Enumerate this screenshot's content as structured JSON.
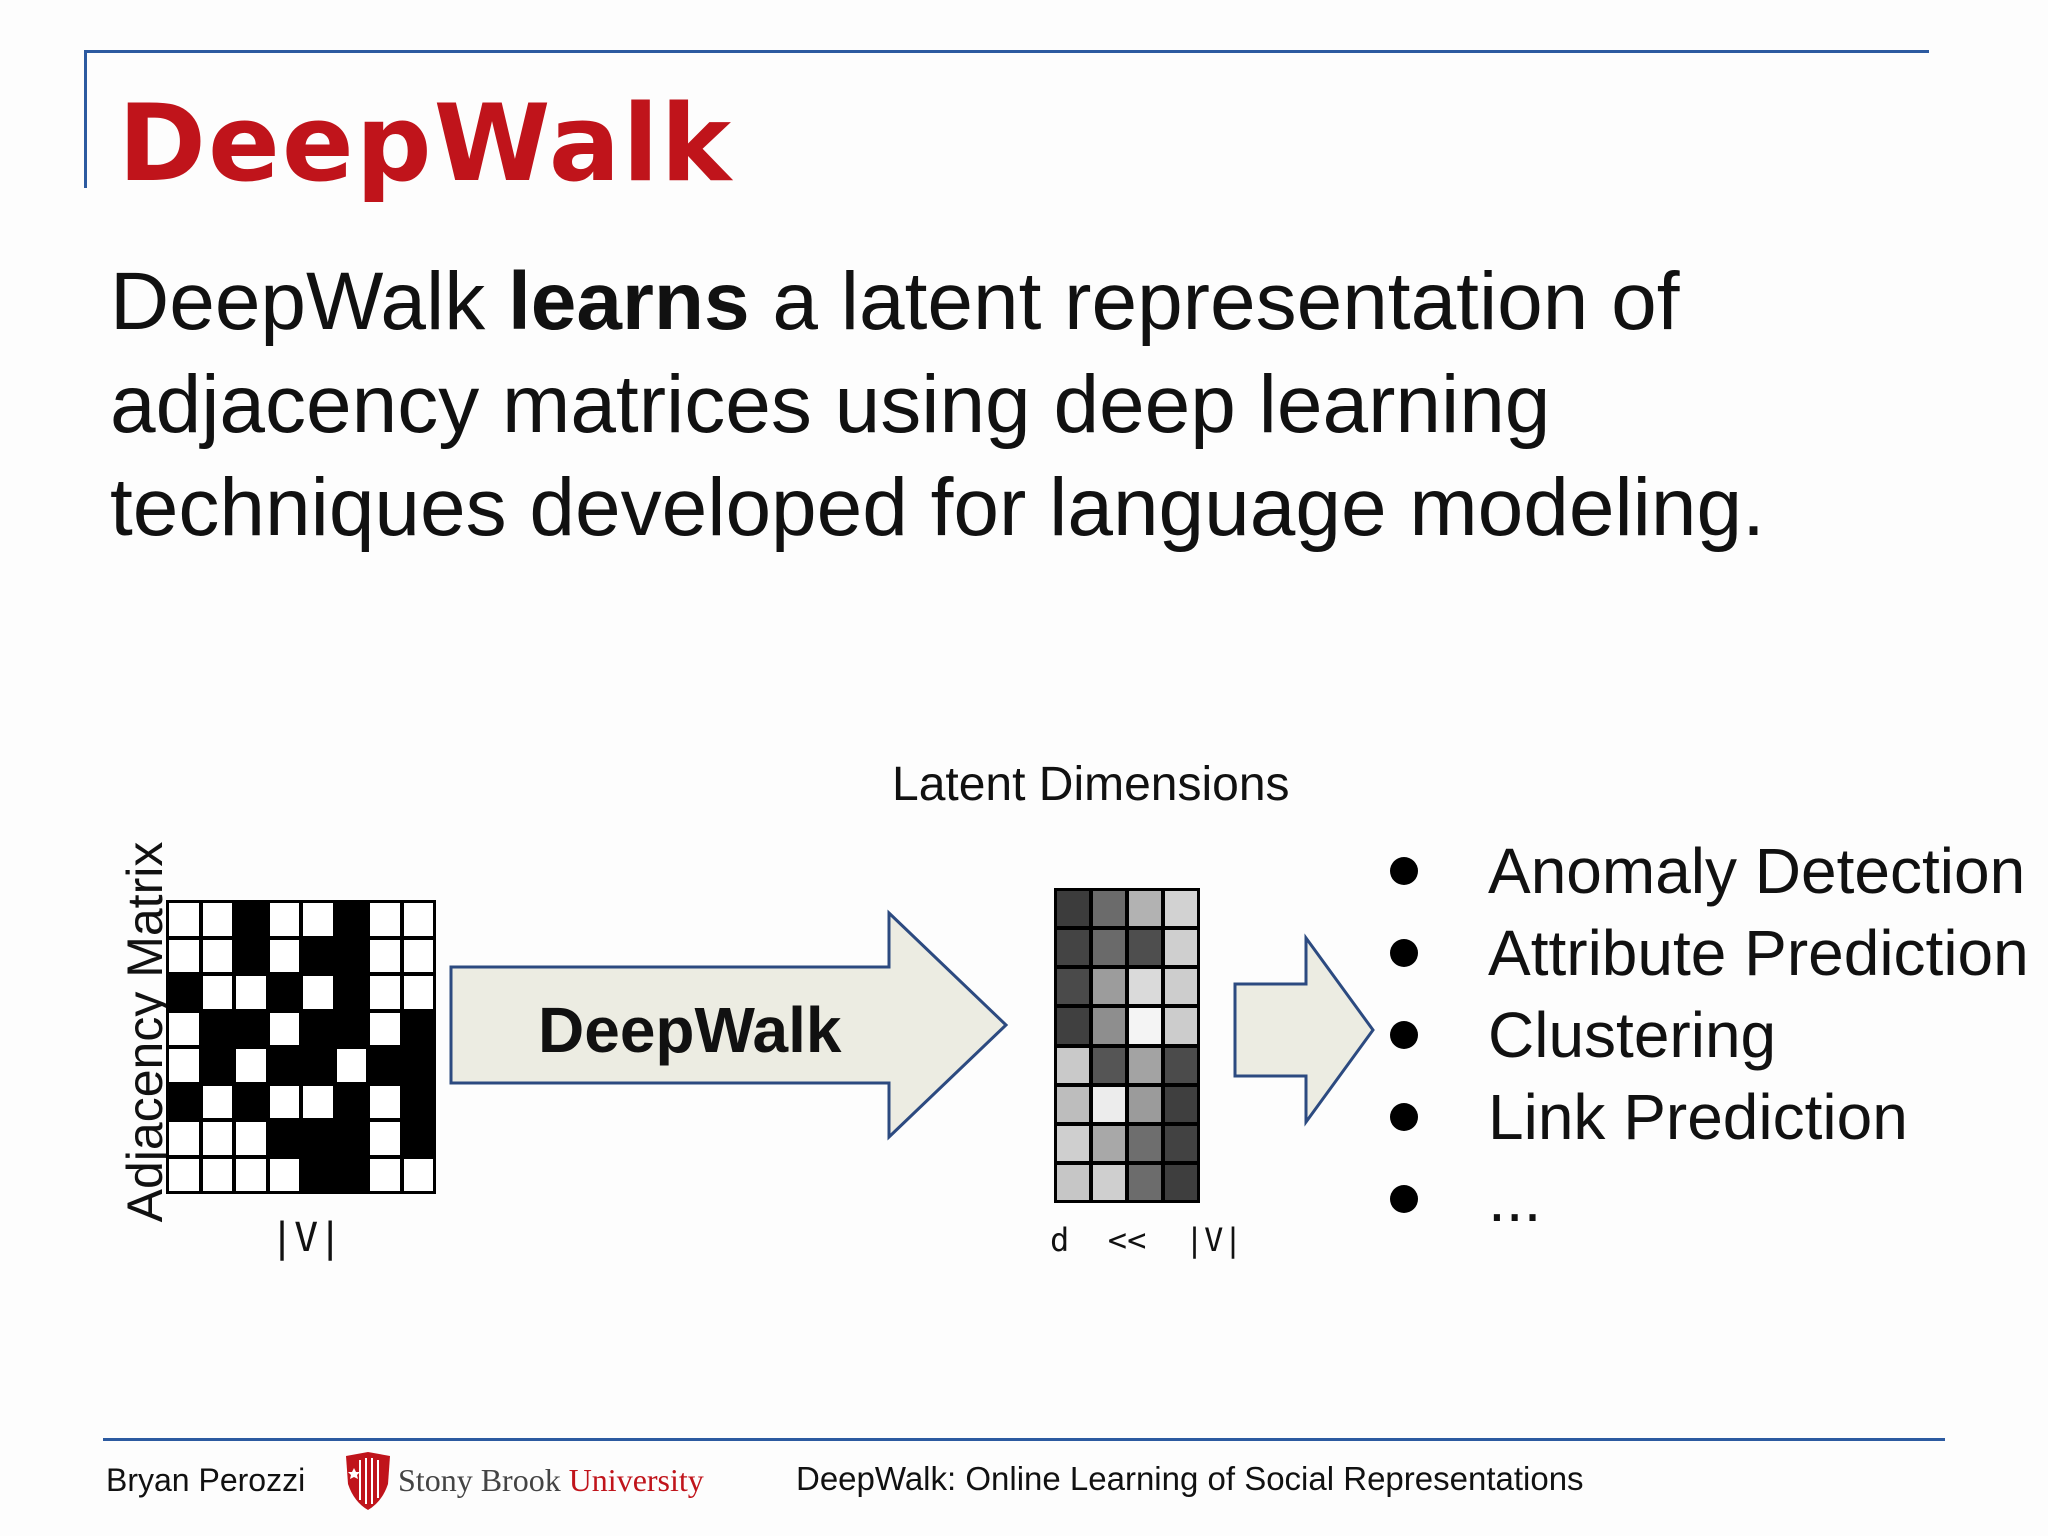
{
  "slide": {
    "title": "DeepWalk",
    "body": {
      "pre": "DeepWalk ",
      "bold": "learns",
      "post": " a latent representation of adjacency matrices using deep learning techniques developed for language modeling."
    }
  },
  "diagram": {
    "adjacency_label": "Adjacency Matrix",
    "adjacency_size_label": "|V|",
    "adjacency_pattern": [
      [
        0,
        0,
        1,
        0,
        0,
        1,
        0,
        0
      ],
      [
        0,
        0,
        1,
        0,
        1,
        1,
        0,
        0
      ],
      [
        1,
        0,
        0,
        1,
        0,
        1,
        0,
        0
      ],
      [
        0,
        1,
        1,
        0,
        1,
        1,
        0,
        1
      ],
      [
        0,
        1,
        0,
        1,
        1,
        0,
        1,
        1
      ],
      [
        1,
        0,
        1,
        0,
        0,
        1,
        0,
        1
      ],
      [
        0,
        0,
        0,
        1,
        1,
        1,
        0,
        1
      ],
      [
        0,
        0,
        0,
        0,
        1,
        1,
        0,
        0
      ]
    ],
    "arrow_label": "DeepWalk",
    "latent_label": "Latent Dimensions",
    "latent_size_label": "d  <<  |V|",
    "latent_shades": [
      [
        "#3c3c3c",
        "#6b6b6b",
        "#b2b2b2",
        "#d2d2d2"
      ],
      [
        "#444444",
        "#6a6a6a",
        "#4e4e4e",
        "#cfcfcf"
      ],
      [
        "#4a4a4a",
        "#9c9c9c",
        "#dadada",
        "#cdcdcd"
      ],
      [
        "#404040",
        "#8e8e8e",
        "#f4f4f4",
        "#cccccc"
      ],
      [
        "#c9c9c9",
        "#555555",
        "#a3a3a3",
        "#4b4b4b"
      ],
      [
        "#bdbdbd",
        "#ececec",
        "#9b9b9b",
        "#3f3f3f"
      ],
      [
        "#cfcfcf",
        "#a8a8a8",
        "#6e6e6e",
        "#424242"
      ],
      [
        "#c6c6c6",
        "#cfcfcf",
        "#6c6c6c",
        "#3e3e3e"
      ]
    ],
    "arrow_fill": "#ecece2",
    "arrow_stroke": "#2c4a80"
  },
  "applications": [
    "Anomaly Detection",
    "Attribute Prediction",
    "Clustering",
    "Link Prediction",
    "..."
  ],
  "footer": {
    "author": "Bryan Perozzi",
    "university_stony": "Stony Brook ",
    "university_uni": "University",
    "paper_title": "DeepWalk: Online Learning of Social Representations"
  },
  "colors": {
    "title": "#c0141b",
    "rule": "#2c5aa0"
  }
}
